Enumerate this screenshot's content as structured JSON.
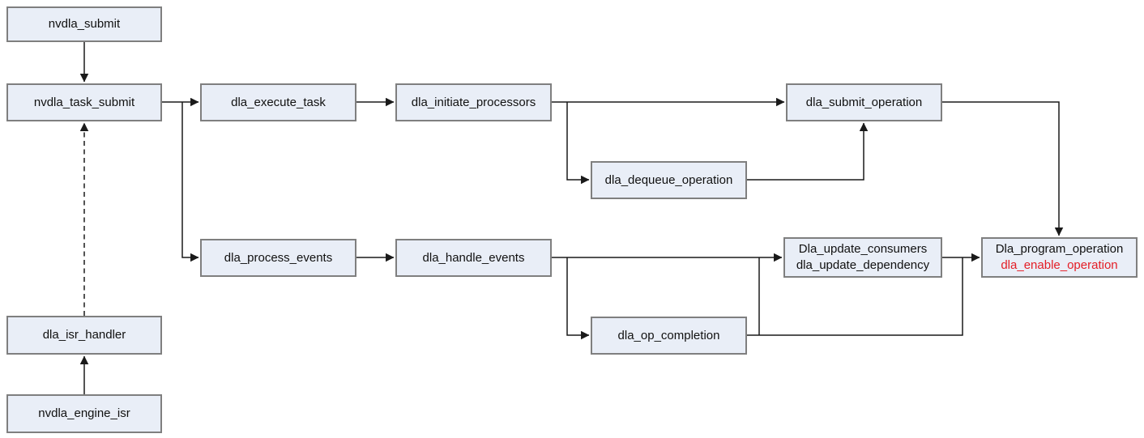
{
  "diagram": {
    "type": "flowchart",
    "description": "NVDLA driver task submission and event handling call flow",
    "colors": {
      "node_fill": "#e9eef7",
      "node_border": "#7f7f7f",
      "edge": "#1a1a1a",
      "text": "#111111",
      "highlight": "#e41e26",
      "background": "#ffffff"
    },
    "nodes": {
      "nvdla_submit": {
        "label": "nvdla_submit"
      },
      "nvdla_task_submit": {
        "label": "nvdla_task_submit"
      },
      "dla_isr_handler": {
        "label": "dla_isr_handler"
      },
      "nvdla_engine_isr": {
        "label": "nvdla_engine_isr"
      },
      "dla_execute_task": {
        "label": "dla_execute_task"
      },
      "dla_initiate_processors": {
        "label": "dla_initiate_processors"
      },
      "dla_submit_operation": {
        "label": "dla_submit_operation"
      },
      "dla_dequeue_operation": {
        "label": "dla_dequeue_operation"
      },
      "dla_process_events": {
        "label": "dla_process_events"
      },
      "dla_handle_events": {
        "label": "dla_handle_events"
      },
      "dla_update_consumers": {
        "line1": "Dla_update_consumers",
        "line2": "dla_update_dependency"
      },
      "dla_program_operation": {
        "line1": "Dla_program_operation",
        "line2": "dla_enable_operation"
      },
      "dla_op_completion": {
        "label": "dla_op_completion"
      }
    },
    "edges": [
      {
        "from": "nvdla_submit",
        "to": "nvdla_task_submit",
        "style": "solid"
      },
      {
        "from": "nvdla_engine_isr",
        "to": "dla_isr_handler",
        "style": "solid"
      },
      {
        "from": "dla_isr_handler",
        "to": "nvdla_task_submit",
        "style": "dashed"
      },
      {
        "from": "nvdla_task_submit",
        "to": "dla_execute_task",
        "style": "solid"
      },
      {
        "from": "nvdla_task_submit",
        "to": "dla_process_events",
        "style": "solid"
      },
      {
        "from": "dla_execute_task",
        "to": "dla_initiate_processors",
        "style": "solid"
      },
      {
        "from": "dla_initiate_processors",
        "to": "dla_submit_operation",
        "style": "solid"
      },
      {
        "from": "dla_initiate_processors",
        "to": "dla_dequeue_operation",
        "style": "solid"
      },
      {
        "from": "dla_dequeue_operation",
        "to": "dla_submit_operation",
        "style": "solid"
      },
      {
        "from": "dla_submit_operation",
        "to": "dla_program_operation",
        "style": "solid"
      },
      {
        "from": "dla_process_events",
        "to": "dla_handle_events",
        "style": "solid"
      },
      {
        "from": "dla_handle_events",
        "to": "dla_update_consumers",
        "style": "solid"
      },
      {
        "from": "dla_handle_events",
        "to": "dla_op_completion",
        "style": "solid"
      },
      {
        "from": "dla_op_completion",
        "to": "dla_update_consumers",
        "style": "solid"
      },
      {
        "from": "dla_op_completion",
        "to": "dla_program_operation",
        "style": "solid"
      },
      {
        "from": "dla_update_consumers",
        "to": "dla_program_operation",
        "style": "solid"
      }
    ]
  }
}
